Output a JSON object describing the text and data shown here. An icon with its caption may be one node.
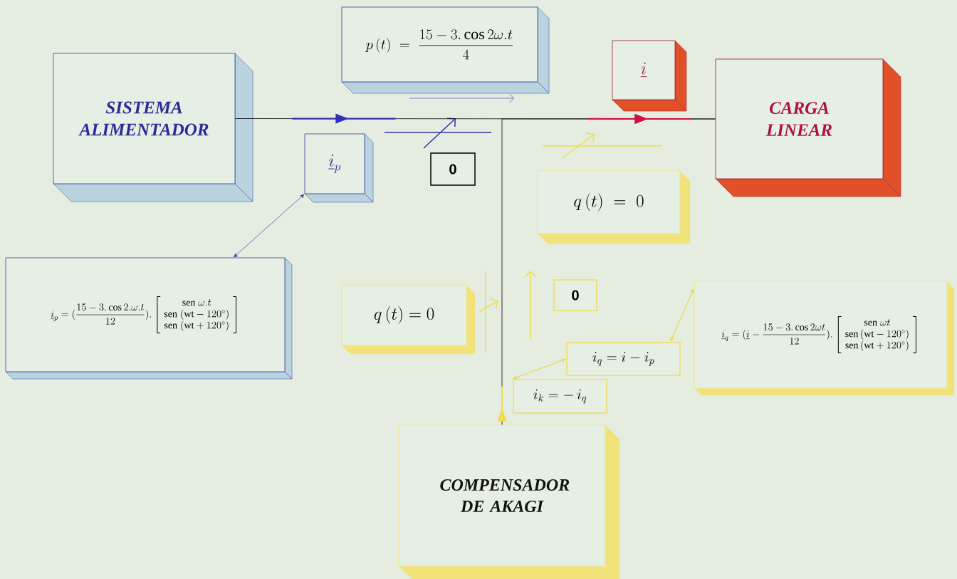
{
  "diagram": {
    "nodes": [
      {
        "text": [
          "SISTEMA ALIMENTADOR"
        ]
      },
      {
        "text": [
          "p\\,(t) \\;=\\; \\frac{15 - 3.\\cos 2\\omega.t}{4}"
        ]
      },
      {
        "text": [
          "\\underline{i}"
        ]
      },
      {
        "text": [
          "CARGA LINEAR"
        ]
      },
      {
        "text": [
          "\\underline{i}_p"
        ]
      },
      {
        "text": [
          "0"
        ]
      },
      {
        "text": [
          "q\\,(t) \\;=\\; 0"
        ]
      },
      {
        "text": [
          "\\underline{i}_p = (\\frac{15 - 3.\\cos 2.\\omega.t}{12}).\\left[\\begin{array}{c}\\mathrm{sen}\\;\\omega.t\\\\ \\mathrm{sen}\\;(\\mathrm{wt} - 120^{\\circ})\\\\ \\mathrm{sen}\\;(\\mathrm{wt} + 120^{\\circ})\\end{array}\\right]"
        ]
      },
      {
        "text": [
          "q\\,(t) = 0"
        ]
      },
      {
        "text": [
          "0"
        ]
      },
      {
        "text": [
          "\\underline{i}_q = (\\underline{i} - \\frac{15 - 3.\\cos 2\\omega t}{12}).\\left[\\begin{array}{c}\\mathrm{sen}\\;\\omega t\\\\ \\mathrm{sen}\\,(\\mathrm{wt} - 120^{\\circ})\\\\ \\mathrm{sen}\\,(\\mathrm{wt} + 120^{\\circ})\\end{array}\\right]"
        ]
      },
      {
        "text": [
          "i_q = i - i_p"
        ]
      },
      {
        "text": [
          "i_k = -\\,i_q"
        ]
      },
      {
        "text": [
          "COMPENSADOR DE AKAGI"
        ]
      }
    ],
    "edges": [
      {
        "from": 0,
        "to": 3,
        "arrow": "to"
      },
      {
        "from": 13,
        "to": 3,
        "arrow": "to"
      },
      {
        "from": 7,
        "to": 4,
        "arrow": "both",
        "color": "#3c3ca0"
      },
      {
        "from": 11,
        "to": 10,
        "arrow": "both",
        "color": "#e8d850"
      },
      {
        "from": 11,
        "to": 12,
        "arrow": "both",
        "color": "#e8d850"
      }
    ]
  }
}
